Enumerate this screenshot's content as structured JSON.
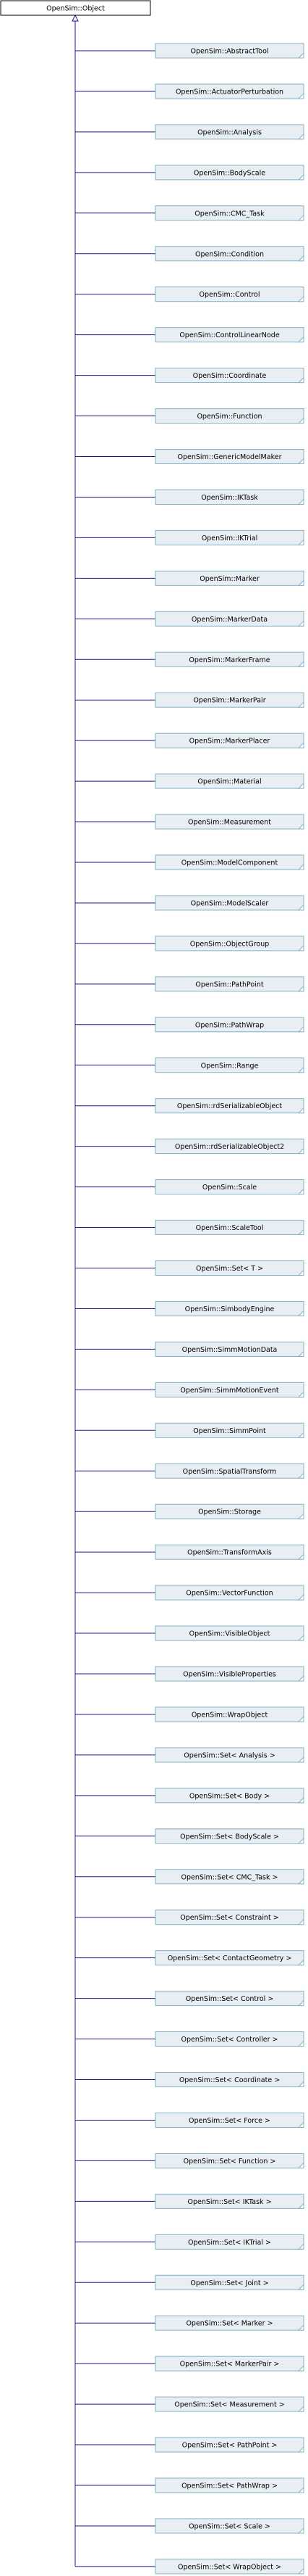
{
  "diagram": {
    "root": "OpenSim::Object",
    "children": [
      "OpenSim::AbstractTool",
      "OpenSim::ActuatorPerturbation",
      "OpenSim::Analysis",
      "OpenSim::BodyScale",
      "OpenSim::CMC_Task",
      "OpenSim::Condition",
      "OpenSim::Control",
      "OpenSim::ControlLinearNode",
      "OpenSim::Coordinate",
      "OpenSim::Function",
      "OpenSim::GenericModelMaker",
      "OpenSim::IKTask",
      "OpenSim::IKTrial",
      "OpenSim::Marker",
      "OpenSim::MarkerData",
      "OpenSim::MarkerFrame",
      "OpenSim::MarkerPair",
      "OpenSim::MarkerPlacer",
      "OpenSim::Material",
      "OpenSim::Measurement",
      "OpenSim::ModelComponent",
      "OpenSim::ModelScaler",
      "OpenSim::ObjectGroup",
      "OpenSim::PathPoint",
      "OpenSim::PathWrap",
      "OpenSim::Range",
      "OpenSim::rdSerializableObject",
      "OpenSim::rdSerializableObject2",
      "OpenSim::Scale",
      "OpenSim::ScaleTool",
      "OpenSim::Set< T >",
      "OpenSim::SimbodyEngine",
      "OpenSim::SimmMotionData",
      "OpenSim::SimmMotionEvent",
      "OpenSim::SimmPoint",
      "OpenSim::SpatialTransform",
      "OpenSim::Storage",
      "OpenSim::TransformAxis",
      "OpenSim::VectorFunction",
      "OpenSim::VisibleObject",
      "OpenSim::VisibleProperties",
      "OpenSim::WrapObject",
      "OpenSim::Set< Analysis >",
      "OpenSim::Set< Body >",
      "OpenSim::Set< BodyScale >",
      "OpenSim::Set< CMC_Task >",
      "OpenSim::Set< Constraint >",
      "OpenSim::Set< ContactGeometry >",
      "OpenSim::Set< Control >",
      "OpenSim::Set< Controller >",
      "OpenSim::Set< Coordinate >",
      "OpenSim::Set< Force >",
      "OpenSim::Set< Function >",
      "OpenSim::Set< IKTask >",
      "OpenSim::Set< IKTrial >",
      "OpenSim::Set< Joint >",
      "OpenSim::Set< Marker >",
      "OpenSim::Set< MarkerPair >",
      "OpenSim::Set< Measurement >",
      "OpenSim::Set< PathPoint >",
      "OpenSim::Set< PathWrap >",
      "OpenSim::Set< Scale >",
      "OpenSim::Set< WrapObject >"
    ]
  },
  "colors": {
    "node_fill": "#e8eef2",
    "node_border": "#84b0c7",
    "edge": "#1a1a8c",
    "root_fill": "#ffffff"
  }
}
